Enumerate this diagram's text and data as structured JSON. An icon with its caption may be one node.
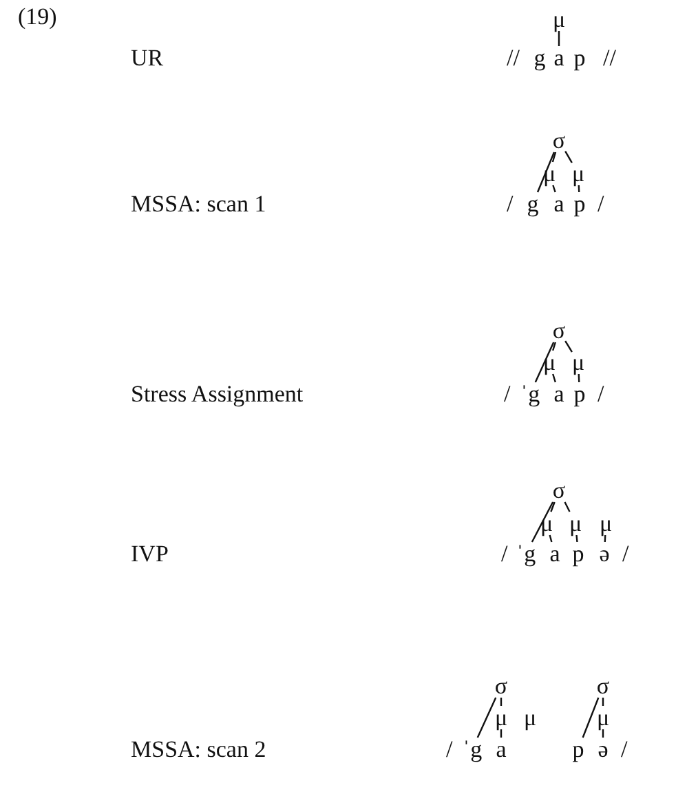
{
  "diagram": {
    "nodes": [
      {
        "text": [
          "μ"
        ]
      },
      {
        "text": [
          "g"
        ]
      },
      {
        "text": [
          "a"
        ]
      },
      {
        "text": [
          "p"
        ]
      },
      {
        "text": [
          "σ"
        ]
      },
      {
        "text": [
          "μ"
        ]
      },
      {
        "text": [
          "μ"
        ]
      },
      {
        "text": [
          "g"
        ]
      },
      {
        "text": [
          "a"
        ]
      },
      {
        "text": [
          "p"
        ]
      },
      {
        "text": [
          "σ"
        ]
      },
      {
        "text": [
          "μ"
        ]
      },
      {
        "text": [
          "μ"
        ]
      },
      {
        "text": [
          "ˈg"
        ]
      },
      {
        "text": [
          "a"
        ]
      },
      {
        "text": [
          "p"
        ]
      },
      {
        "text": [
          "σ"
        ]
      },
      {
        "text": [
          "μ"
        ]
      },
      {
        "text": [
          "μ"
        ]
      },
      {
        "text": [
          "μ"
        ]
      },
      {
        "text": [
          "ˈg"
        ]
      },
      {
        "text": [
          "a"
        ]
      },
      {
        "text": [
          "p"
        ]
      },
      {
        "text": [
          "ə"
        ]
      },
      {
        "text": [
          "σ"
        ]
      },
      {
        "text": [
          "σ"
        ]
      },
      {
        "text": [
          "μ"
        ]
      },
      {
        "text": [
          "μ"
        ]
      },
      {
        "text": [
          "μ"
        ]
      },
      {
        "text": [
          "ˈg"
        ]
      },
      {
        "text": [
          "a"
        ]
      },
      {
        "text": [
          "p"
        ]
      },
      {
        "text": [
          "ə"
        ]
      }
    ],
    "edges": [
      {
        "from": 0,
        "to": 2,
        "arrow": "none"
      },
      {
        "from": 4,
        "to": 7,
        "arrow": "none"
      },
      {
        "from": 4,
        "to": 5,
        "arrow": "none"
      },
      {
        "from": 4,
        "to": 6,
        "arrow": "none"
      },
      {
        "from": 5,
        "to": 8,
        "arrow": "none"
      },
      {
        "from": 6,
        "to": 9,
        "arrow": "none"
      },
      {
        "from": 10,
        "to": 13,
        "arrow": "none"
      },
      {
        "from": 10,
        "to": 11,
        "arrow": "none"
      },
      {
        "from": 10,
        "to": 12,
        "arrow": "none"
      },
      {
        "from": 11,
        "to": 14,
        "arrow": "none"
      },
      {
        "from": 12,
        "to": 15,
        "arrow": "none"
      },
      {
        "from": 16,
        "to": 20,
        "arrow": "none"
      },
      {
        "from": 16,
        "to": 17,
        "arrow": "none"
      },
      {
        "from": 16,
        "to": 18,
        "arrow": "none"
      },
      {
        "from": 17,
        "to": 21,
        "arrow": "none"
      },
      {
        "from": 18,
        "to": 22,
        "arrow": "none"
      },
      {
        "from": 19,
        "to": 23,
        "arrow": "none"
      },
      {
        "from": 24,
        "to": 29,
        "arrow": "none"
      },
      {
        "from": 24,
        "to": 26,
        "arrow": "none"
      },
      {
        "from": 26,
        "to": 30,
        "arrow": "none"
      },
      {
        "from": 25,
        "to": 31,
        "arrow": "none"
      },
      {
        "from": 25,
        "to": 28,
        "arrow": "none"
      },
      {
        "from": 28,
        "to": 32,
        "arrow": "none"
      }
    ],
    "labels": [
      "(19)",
      "UR",
      "//",
      "//",
      "MSSA: scan 1",
      "/",
      "/",
      "Stress Assignment",
      "/",
      "/",
      "IVP",
      "/",
      "/",
      "MSSA: scan 2",
      "/",
      "/"
    ]
  }
}
